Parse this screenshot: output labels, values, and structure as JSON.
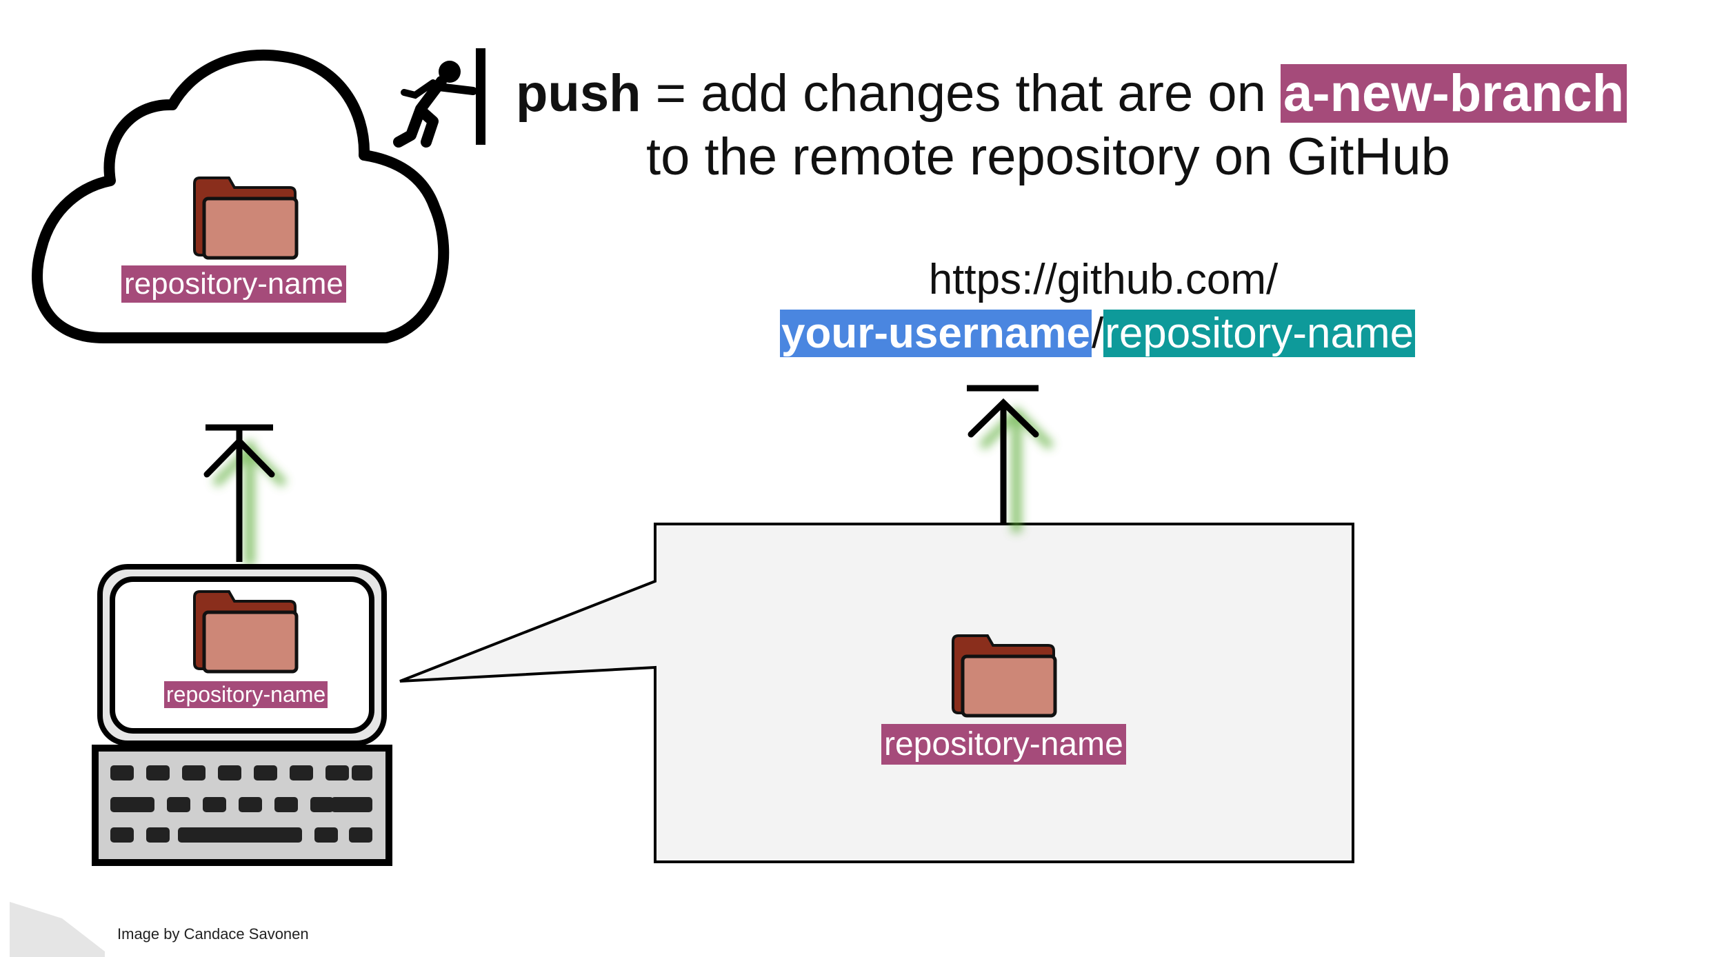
{
  "heading": {
    "push_word": "push",
    "line1_rest": " = add changes that are on ",
    "branch": "a-new-branch",
    "line2": "to the remote repository on GitHub"
  },
  "url": {
    "base": "https://github.com/",
    "username": "your-username",
    "separator": "/",
    "repo": "repository-name"
  },
  "labels": {
    "cloud_repo": "repository-name",
    "computer_repo": "repository-name",
    "zoom_repo": "repository-name"
  },
  "credit": "Image by Candace Savonen",
  "colors": {
    "branch_highlight": "#a54b7a",
    "username_highlight": "#4a86e0",
    "repo_highlight": "#0e9a9a",
    "folder": "#cd8777",
    "arrow_glow": "#5fae3a"
  }
}
